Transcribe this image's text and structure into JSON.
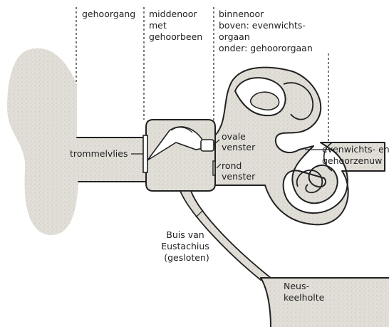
{
  "regions": {
    "outer_ear": "gehoorgang",
    "middle_ear": [
      "middenoor",
      "met",
      "gehoorbeen"
    ],
    "inner_ear": [
      "binnenoor",
      "boven: evenwichts-",
      "orgaan",
      "onder: gehoororgaan"
    ]
  },
  "labels": {
    "trommelvlies": "trommelvlies",
    "ovale_venster": [
      "ovale",
      "venster"
    ],
    "rond_venster": [
      "rond",
      "venster"
    ],
    "zenuw": [
      "evenwichts- en",
      "gehoorzenuw"
    ],
    "buis": [
      "Buis van",
      "Eustachius",
      "(gesloten)"
    ],
    "neuskeelholte": [
      "Neus-",
      "keelholte"
    ]
  },
  "colors": {
    "fill": "#d9d6d0",
    "line": "#222222"
  }
}
